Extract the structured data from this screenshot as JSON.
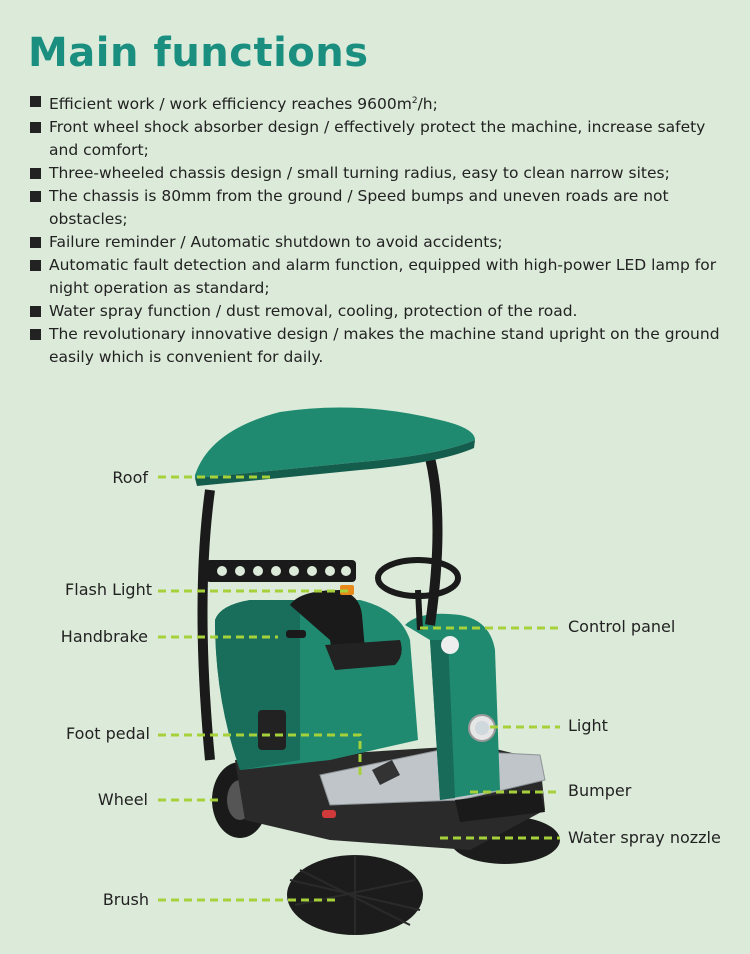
{
  "title": "Main functions",
  "features": [
    {
      "text": "Efficient work / work efficiency reaches 9600m",
      "sup": "2",
      "text_after": "/h;"
    },
    {
      "text": "Front wheel shock absorber design / effectively protect the machine, increase safety and comfort;"
    },
    {
      "text": "Three-wheeled chassis design / small turning radius, easy to clean narrow sites;"
    },
    {
      "text": "The chassis is 80mm from the ground / Speed bumps and uneven roads are not obstacles;"
    },
    {
      "text": "Failure reminder / Automatic shutdown to avoid accidents;"
    },
    {
      "text": "Automatic fault detection and alarm function, equipped with high-power LED lamp for night operation as standard;"
    },
    {
      "text": "Water spray function / dust removal, cooling, protection of the road."
    },
    {
      "text": "The revolutionary innovative design  / makes the machine stand upright on the ground easily which is convenient for daily."
    }
  ],
  "labels": {
    "roof": "Roof",
    "flash_light": "Flash Light",
    "handbrake": "Handbrake",
    "foot_pedal": "Foot pedal",
    "wheel": "Wheel",
    "brush": "Brush",
    "control_panel": "Control panel",
    "light": "Light",
    "bumper": "Bumper",
    "water_spray_nozzle": "Water spray nozzle"
  },
  "colors": {
    "title": "#1a8f80",
    "background": "#dcebd9",
    "leader_line": "#a6d13a",
    "body_green": "#1f8a70"
  }
}
